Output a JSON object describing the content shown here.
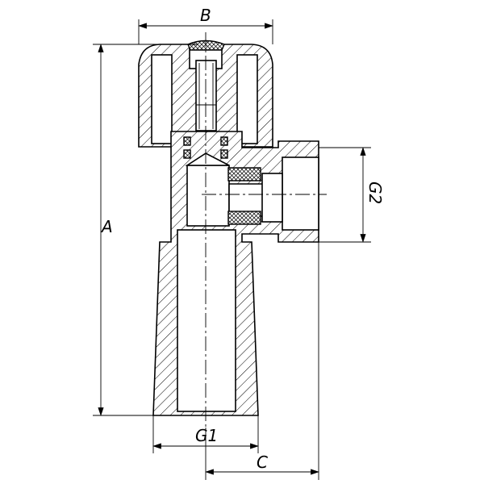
{
  "drawing": {
    "dimensions": {
      "overall_height": "A",
      "handle_width": "B",
      "outlet_offset": "C",
      "inlet_thread": "G1",
      "outlet_thread": "G2"
    },
    "line_color": "#000000",
    "background": "#ffffff"
  }
}
